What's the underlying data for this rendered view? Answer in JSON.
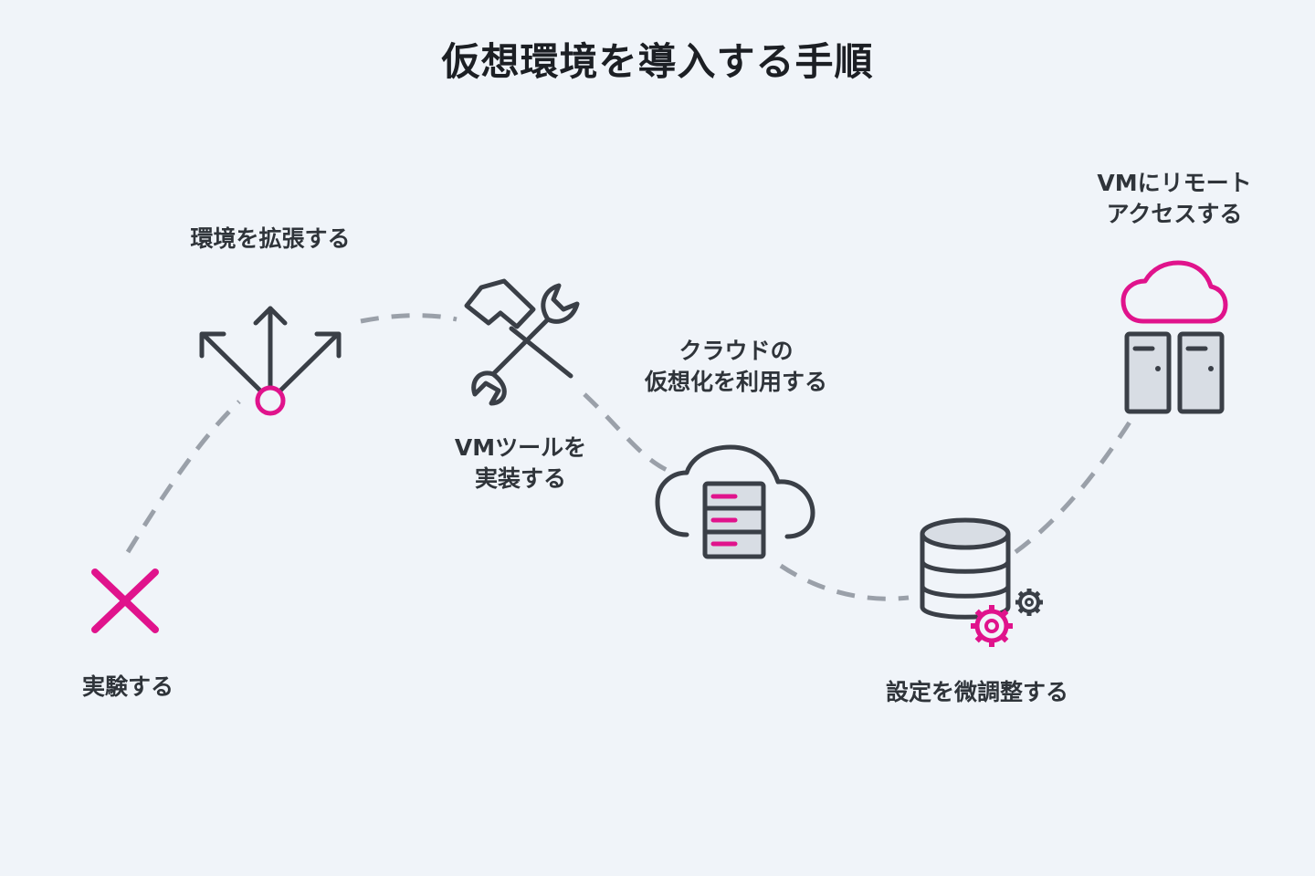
{
  "title": "仮想環境を導入する手順",
  "steps": [
    {
      "id": "experiment",
      "lines": [
        "実験する"
      ]
    },
    {
      "id": "expand",
      "lines": [
        "環境を拡張する"
      ]
    },
    {
      "id": "tools",
      "lines": [
        "VMツールを",
        "実装する"
      ]
    },
    {
      "id": "cloud",
      "lines": [
        "クラウドの",
        "仮想化を利用する"
      ]
    },
    {
      "id": "tune",
      "lines": [
        "設定を微調整する"
      ]
    },
    {
      "id": "remote",
      "lines": [
        "VMにリモート",
        "アクセスする"
      ]
    }
  ],
  "colors": {
    "background": "#f0f4f9",
    "accent": "#e0138c",
    "icon_stroke": "#3a3f47",
    "icon_fill": "#d8dde4",
    "path": "#9aa0a9",
    "text": "#2f343a"
  },
  "icons": [
    "close-icon",
    "branch-arrows-icon",
    "hammer-wrench-icon",
    "cloud-server-icon",
    "database-gear-icon",
    "cloud-servers-icon"
  ]
}
